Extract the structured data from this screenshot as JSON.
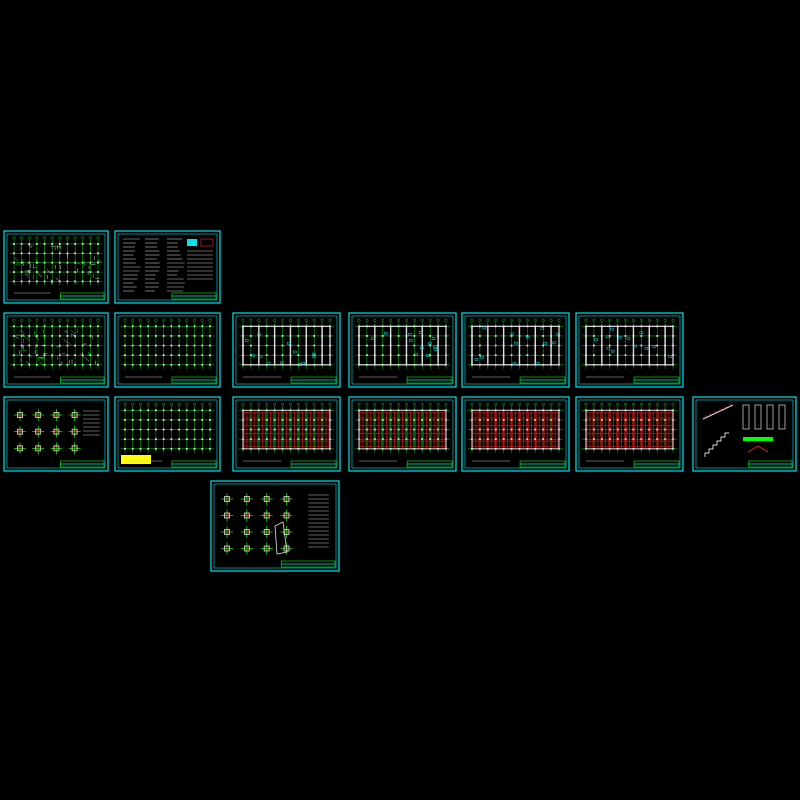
{
  "colors": {
    "background": "#000000",
    "frame": "#00e5ee",
    "grid_line": "#00ff00",
    "wall": "#e0e0e0",
    "rebar": "#ff2020",
    "highlight": "#ffff00",
    "text": "#c0c0c0"
  },
  "sheets": [
    {
      "kind": "plan-dense",
      "row": 1,
      "col": 1
    },
    {
      "kind": "notes",
      "row": 1,
      "col": 2
    },
    {
      "kind": "plan-dense",
      "row": 2,
      "col": 1
    },
    {
      "kind": "plan-grid",
      "row": 2,
      "col": 2
    },
    {
      "kind": "plan-structural",
      "row": 2,
      "col": 3
    },
    {
      "kind": "plan-structural",
      "row": 2,
      "col": 4
    },
    {
      "kind": "plan-structural",
      "row": 2,
      "col": 5
    },
    {
      "kind": "plan-structural",
      "row": 2,
      "col": 6
    },
    {
      "kind": "details",
      "row": 3,
      "col": 1
    },
    {
      "kind": "plan-grid-yellow",
      "row": 3,
      "col": 2
    },
    {
      "kind": "plan-rebar",
      "row": 3,
      "col": 3
    },
    {
      "kind": "plan-rebar",
      "row": 3,
      "col": 4
    },
    {
      "kind": "plan-rebar",
      "row": 3,
      "col": 5
    },
    {
      "kind": "plan-rebar",
      "row": 3,
      "col": 6
    },
    {
      "kind": "stair-details",
      "row": 3,
      "col": 7
    },
    {
      "kind": "details-large",
      "row": 4,
      "col": 1
    }
  ]
}
